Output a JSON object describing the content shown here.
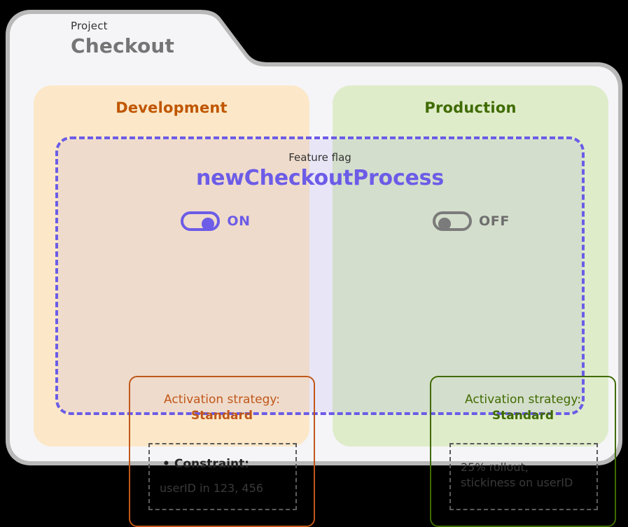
{
  "project": {
    "kicker": "Project",
    "name": "Checkout"
  },
  "feature_flag": {
    "kicker": "Feature flag",
    "name": "newCheckoutProcess",
    "accent_color": "#6c5ce7"
  },
  "environments": [
    {
      "id": "development",
      "title": "Development",
      "accent_color": "#c05600",
      "background_color": "#fce8c8",
      "toggle": {
        "state": "on",
        "label": "ON"
      },
      "strategy": {
        "label": "Activation strategy:",
        "value": "Standard",
        "detail": {
          "bullet_label": "Constraint:",
          "bullet_glyph": "•",
          "text": "userID in 123, 456"
        }
      }
    },
    {
      "id": "production",
      "title": "Production",
      "accent_color": "#3f6b00",
      "background_color": "#dfecca",
      "toggle": {
        "state": "off",
        "label": "OFF"
      },
      "strategy": {
        "label": "Activation strategy:",
        "value": "Standard",
        "detail": {
          "text_line_1": "25% rollout,",
          "text_line_2": "stickiness on userID"
        }
      }
    }
  ]
}
